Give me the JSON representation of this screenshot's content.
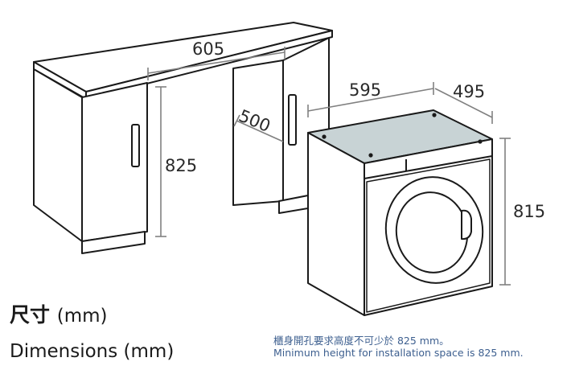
{
  "dimensions": {
    "desk_width": "605",
    "desk_depth": "500",
    "desk_height": "825",
    "machine_width": "595",
    "machine_depth": "495",
    "machine_height": "815"
  },
  "labels": {
    "title_cn": "尺寸",
    "title_cn_unit": "(mm)",
    "title_en": "Dimensions (mm)",
    "note_cn": "櫃身開孔要求高度不可少於 825 mm。",
    "note_en": "Minimum height for installation space is 825 mm."
  },
  "colors": {
    "outline": "#1a1a1a",
    "dimension_line": "#808080",
    "machine_top": "#c8d3d5",
    "note_text": "#3d5f8f"
  }
}
